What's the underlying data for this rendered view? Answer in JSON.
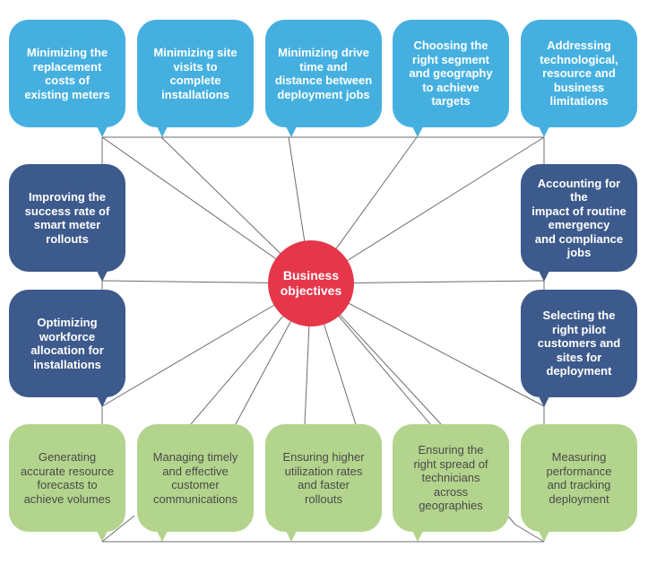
{
  "center": {
    "label": "Business\nobjectives",
    "color": "#e5364a"
  },
  "colors": {
    "top": "#45b0e0",
    "side": "#3d5a8c",
    "bottom": "#b3d48c",
    "lines": "#6d6d6d"
  },
  "top_row": [
    {
      "label": "Minimizing the\nreplacement\ncosts of\nexisting meters"
    },
    {
      "label": "Minimizing site\nvisits to\ncomplete\ninstallations"
    },
    {
      "label": "Minimizing drive\ntime  and\ndistance between\ndeployment jobs"
    },
    {
      "label": "Choosing the\nright segment\nand geography\nto achieve\ntargets"
    },
    {
      "label": "Addressing\ntechnological,\nresource and\nbusiness\nlimitations"
    }
  ],
  "left_column": [
    {
      "label": "Improving the\nsuccess rate of\nsmart meter\nrollouts"
    },
    {
      "label": "Optimizing\nworkforce\nallocation for\ninstallations"
    }
  ],
  "right_column": [
    {
      "label": "Accounting for the\nimpact of routine\nemergency\nand compliance\njobs"
    },
    {
      "label": "Selecting the\nright pilot\ncustomers and\nsites for\ndeployment"
    }
  ],
  "bottom_row": [
    {
      "label": "Generating\naccurate resource\nforecasts to\nachieve volumes"
    },
    {
      "label": "Managing timely\nand effective\ncustomer\ncommunications"
    },
    {
      "label": "Ensuring higher\nutilization rates\nand faster\nrollouts"
    },
    {
      "label": "Ensuring the\nright spread of\ntechnicians\nacross\ngeographies"
    },
    {
      "label": "Measuring\nperformance\nand tracking\ndeployment"
    }
  ]
}
